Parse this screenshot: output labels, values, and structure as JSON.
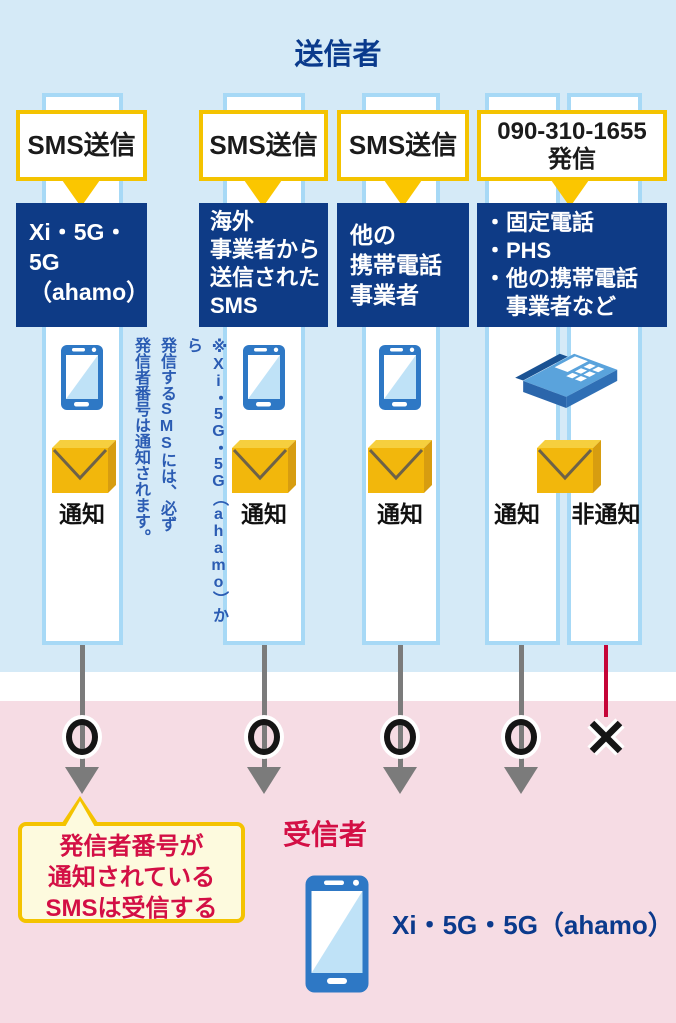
{
  "diagram_title_top": "送信者",
  "diagram_title_bottom": "受信者",
  "sender": {
    "groups": [
      {
        "source_label": "SMS送信",
        "network_text": "Xi・5G・\n5G\n（ahamo）",
        "device_icon": "smartphone-icon",
        "notify_label": "通知",
        "result": "○"
      },
      {
        "source_label": "SMS送信",
        "network_text": "海外\n事業者から\n送信された\nSMS",
        "device_icon": "smartphone-icon",
        "notify_label": "通知",
        "result": "○"
      },
      {
        "source_label": "SMS送信",
        "network_text": "他の\n携帯電話\n事業者",
        "device_icon": "smartphone-icon",
        "notify_label": "通知",
        "result": "○"
      },
      {
        "source_label": "090-310-1655\n発信",
        "network_text": "・固定電話\n・PHS\n・他の携帯電話\n　事業者など",
        "device_icon": "landline-phone-icon",
        "notify_label": "通知",
        "notify_label2": "非通知",
        "result": "○",
        "result2": "×"
      }
    ],
    "note_text": "※Xi・5G・5G（ahamo）から\n発信するSMSには、必ず\n発信者番号は通知されます。"
  },
  "receiver": {
    "callout_text": "発信者番号が\n通知されている\nSMSは受信する",
    "device_icon": "smartphone-icon",
    "device_label": "Xi・5G・5G（ahamo）"
  },
  "colors": {
    "background_top": "#d5eaf7",
    "background_bottom": "#f6dce4",
    "box_navy": "#0e3b86",
    "accent_gold": "#f4c300",
    "column_border_blue": "#a7d9f6",
    "note_blue": "#2b5cb3",
    "result_red": "#d30f45",
    "reject_line_red": "#c50538",
    "connector_gray": "#7b7b7b"
  }
}
